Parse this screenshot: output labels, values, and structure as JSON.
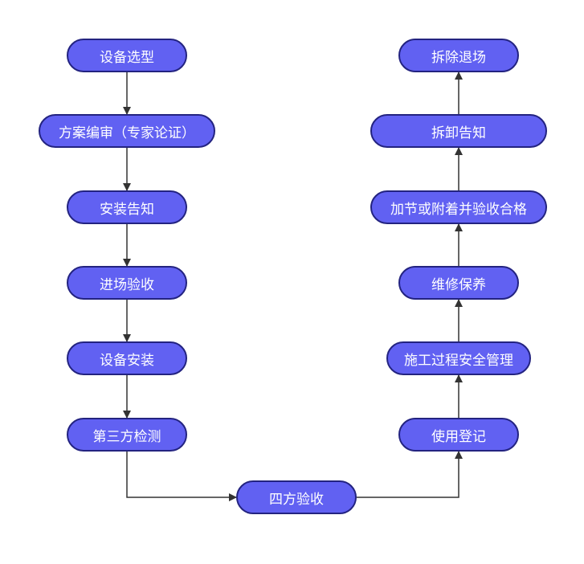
{
  "diagram": {
    "type": "flowchart",
    "colors": {
      "node_fill": "#6161f2",
      "node_border": "#232380",
      "node_text": "#ffffff",
      "edge": "#333333",
      "background": "#ffffff"
    },
    "nodes": {
      "device_selection": "设备选型",
      "plan_review": "方案编审（专家论证）",
      "install_notice": "安装告知",
      "entry_inspection": "进场验收",
      "device_install": "设备安装",
      "third_party_test": "第三方检测",
      "four_party_acceptance": "四方验收",
      "use_registration": "使用登记",
      "safety_management": "施工过程安全管理",
      "maintenance": "维修保养",
      "jacking_acceptance": "加节或附着并验收合格",
      "dismantle_notice": "拆卸告知",
      "dismantle_exit": "拆除退场"
    },
    "edges": [
      [
        "device_selection",
        "plan_review"
      ],
      [
        "plan_review",
        "install_notice"
      ],
      [
        "install_notice",
        "entry_inspection"
      ],
      [
        "entry_inspection",
        "device_install"
      ],
      [
        "device_install",
        "third_party_test"
      ],
      [
        "third_party_test",
        "four_party_acceptance"
      ],
      [
        "four_party_acceptance",
        "use_registration"
      ],
      [
        "use_registration",
        "safety_management"
      ],
      [
        "safety_management",
        "maintenance"
      ],
      [
        "maintenance",
        "jacking_acceptance"
      ],
      [
        "jacking_acceptance",
        "dismantle_notice"
      ],
      [
        "dismantle_notice",
        "dismantle_exit"
      ]
    ]
  }
}
